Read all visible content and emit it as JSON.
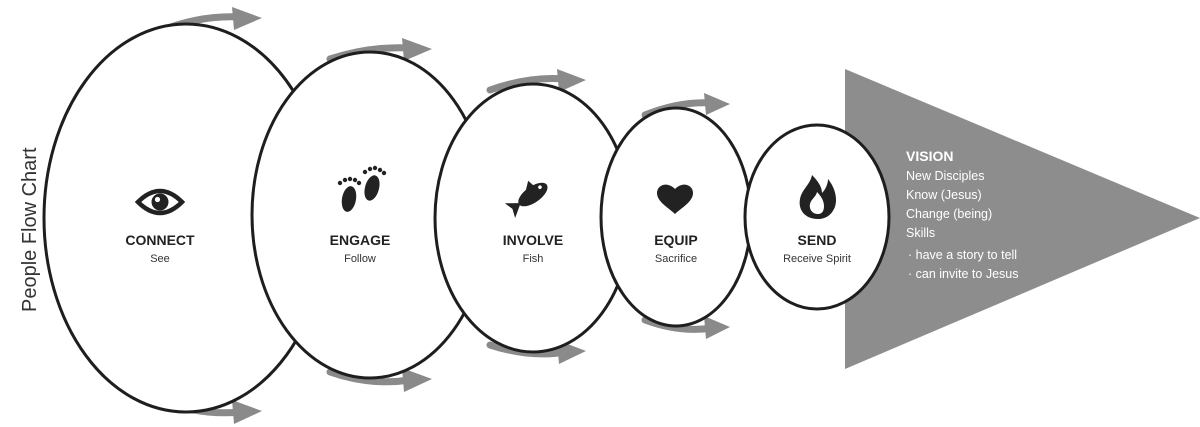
{
  "side_title": "People Flow Chart",
  "colors": {
    "arrow": "#8a8a8a",
    "vision_fill": "#8d8d8d",
    "ellipse_stroke": "#1e1e1e",
    "icon": "#222222"
  },
  "stages": [
    {
      "title": "CONNECT",
      "subtitle": "See",
      "icon": "eye-icon"
    },
    {
      "title": "ENGAGE",
      "subtitle": "Follow",
      "icon": "footprints-icon"
    },
    {
      "title": "INVOLVE",
      "subtitle": "Fish",
      "icon": "fish-icon"
    },
    {
      "title": "EQUIP",
      "subtitle": "Sacrifice",
      "icon": "heart-icon"
    },
    {
      "title": "SEND",
      "subtitle": "Receive Spirit",
      "icon": "flame-icon"
    }
  ],
  "vision": {
    "title": "VISION",
    "lines": [
      "New Disciples",
      "Know (Jesus)",
      "Change (being)",
      "Skills",
      "· have a story to tell",
      "· can invite to Jesus"
    ]
  }
}
